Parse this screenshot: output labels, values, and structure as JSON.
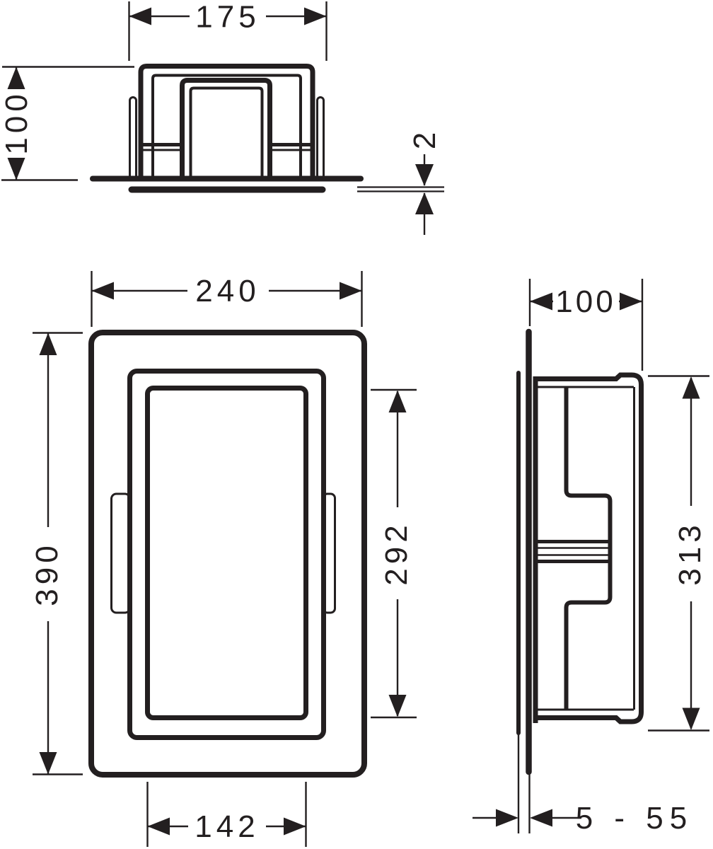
{
  "drawing": {
    "type": "technical-dimension-drawing",
    "views": {
      "top_view": "top-section-view",
      "front_view": "front-elevation-view",
      "side_view": "side-section-view"
    },
    "line_color": "#231f20",
    "background_color": "#ffffff"
  },
  "dimensions": {
    "top_width_across_clips": "175",
    "top_depth": "100",
    "trim_plate_thickness": "2",
    "front_overall_width": "240",
    "front_overall_height": "390",
    "front_inner_height": "292",
    "front_inner_width": "142",
    "side_depth": "100",
    "side_height": "313",
    "side_mounting_range": "5 - 55"
  }
}
